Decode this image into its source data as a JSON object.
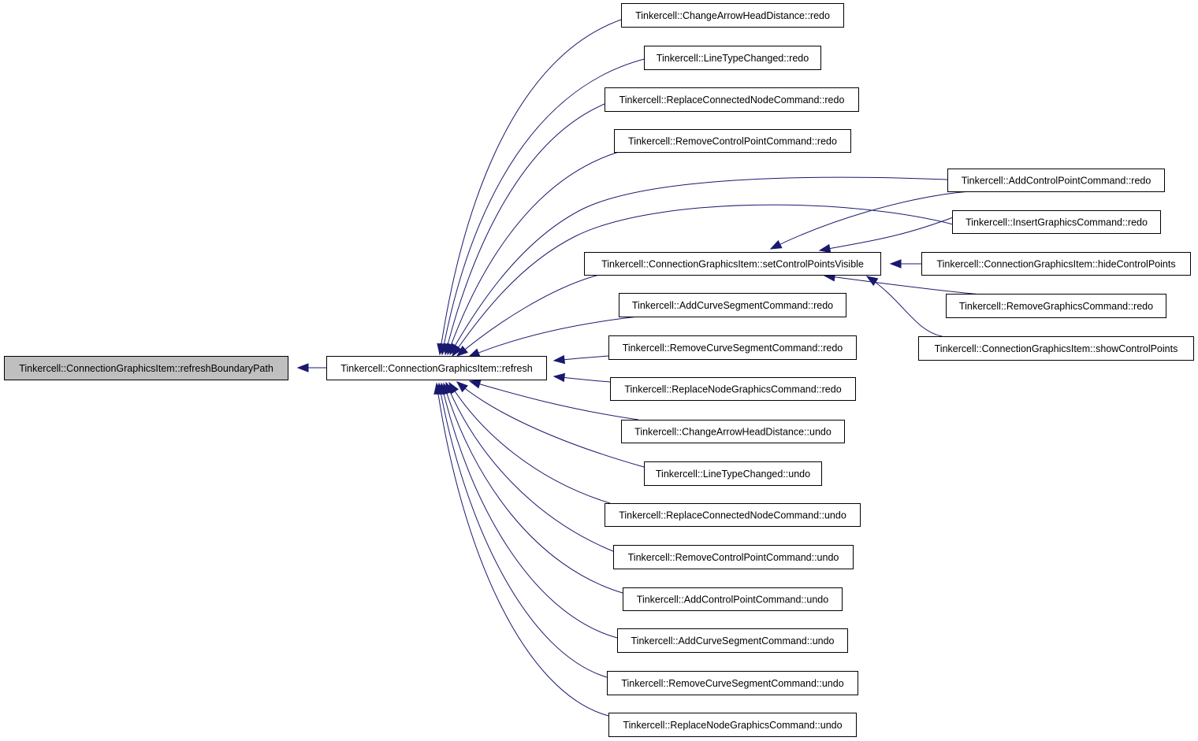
{
  "nodes": {
    "root": "Tinkercell::ConnectionGraphicsItem::refreshBoundaryPath",
    "refresh": "Tinkercell::ConnectionGraphicsItem::refresh",
    "setcpv": "Tinkercell::ConnectionGraphicsItem::setControlPointsVisible",
    "cahd_redo": "Tinkercell::ChangeArrowHeadDistance::redo",
    "ltc_redo": "Tinkercell::LineTypeChanged::redo",
    "rcnc_redo": "Tinkercell::ReplaceConnectedNodeCommand::redo",
    "rcpc_redo": "Tinkercell::RemoveControlPointCommand::redo",
    "acpc_redo": "Tinkercell::AddControlPointCommand::redo",
    "igc_redo": "Tinkercell::InsertGraphicsCommand::redo",
    "hidecp": "Tinkercell::ConnectionGraphicsItem::hideControlPoints",
    "rgc_redo": "Tinkercell::RemoveGraphicsCommand::redo",
    "showcp": "Tinkercell::ConnectionGraphicsItem::showControlPoints",
    "acsc_redo": "Tinkercell::AddCurveSegmentCommand::redo",
    "rcsc_redo": "Tinkercell::RemoveCurveSegmentCommand::redo",
    "rngc_redo": "Tinkercell::ReplaceNodeGraphicsCommand::redo",
    "cahd_undo": "Tinkercell::ChangeArrowHeadDistance::undo",
    "ltc_undo": "Tinkercell::LineTypeChanged::undo",
    "rcnc_undo": "Tinkercell::ReplaceConnectedNodeCommand::undo",
    "rcpc_undo": "Tinkercell::RemoveControlPointCommand::undo",
    "acpc_undo": "Tinkercell::AddControlPointCommand::undo",
    "acsc_undo": "Tinkercell::AddCurveSegmentCommand::undo",
    "rcsc_undo": "Tinkercell::RemoveCurveSegmentCommand::undo",
    "rngc_undo": "Tinkercell::ReplaceNodeGraphicsCommand::undo"
  },
  "edges": [
    {
      "from": "refresh",
      "to": "root"
    },
    {
      "from": "cahd_redo",
      "to": "refresh"
    },
    {
      "from": "ltc_redo",
      "to": "refresh"
    },
    {
      "from": "rcnc_redo",
      "to": "refresh"
    },
    {
      "from": "rcpc_redo",
      "to": "refresh"
    },
    {
      "from": "acpc_redo",
      "to": "refresh"
    },
    {
      "from": "igc_redo",
      "to": "refresh"
    },
    {
      "from": "setcpv",
      "to": "refresh"
    },
    {
      "from": "acsc_redo",
      "to": "refresh"
    },
    {
      "from": "rcsc_redo",
      "to": "refresh"
    },
    {
      "from": "rngc_redo",
      "to": "refresh"
    },
    {
      "from": "cahd_undo",
      "to": "refresh"
    },
    {
      "from": "ltc_undo",
      "to": "refresh"
    },
    {
      "from": "rcnc_undo",
      "to": "refresh"
    },
    {
      "from": "rcpc_undo",
      "to": "refresh"
    },
    {
      "from": "acpc_undo",
      "to": "refresh"
    },
    {
      "from": "acsc_undo",
      "to": "refresh"
    },
    {
      "from": "rcsc_undo",
      "to": "refresh"
    },
    {
      "from": "rngc_undo",
      "to": "refresh"
    },
    {
      "from": "acpc_redo",
      "to": "setcpv"
    },
    {
      "from": "igc_redo",
      "to": "setcpv"
    },
    {
      "from": "hidecp",
      "to": "setcpv"
    },
    {
      "from": "rgc_redo",
      "to": "setcpv"
    },
    {
      "from": "showcp",
      "to": "setcpv"
    }
  ],
  "colors": {
    "edge": "#191970",
    "root_fill": "#bfbfbf",
    "node_fill": "#ffffff",
    "border": "#000000"
  }
}
